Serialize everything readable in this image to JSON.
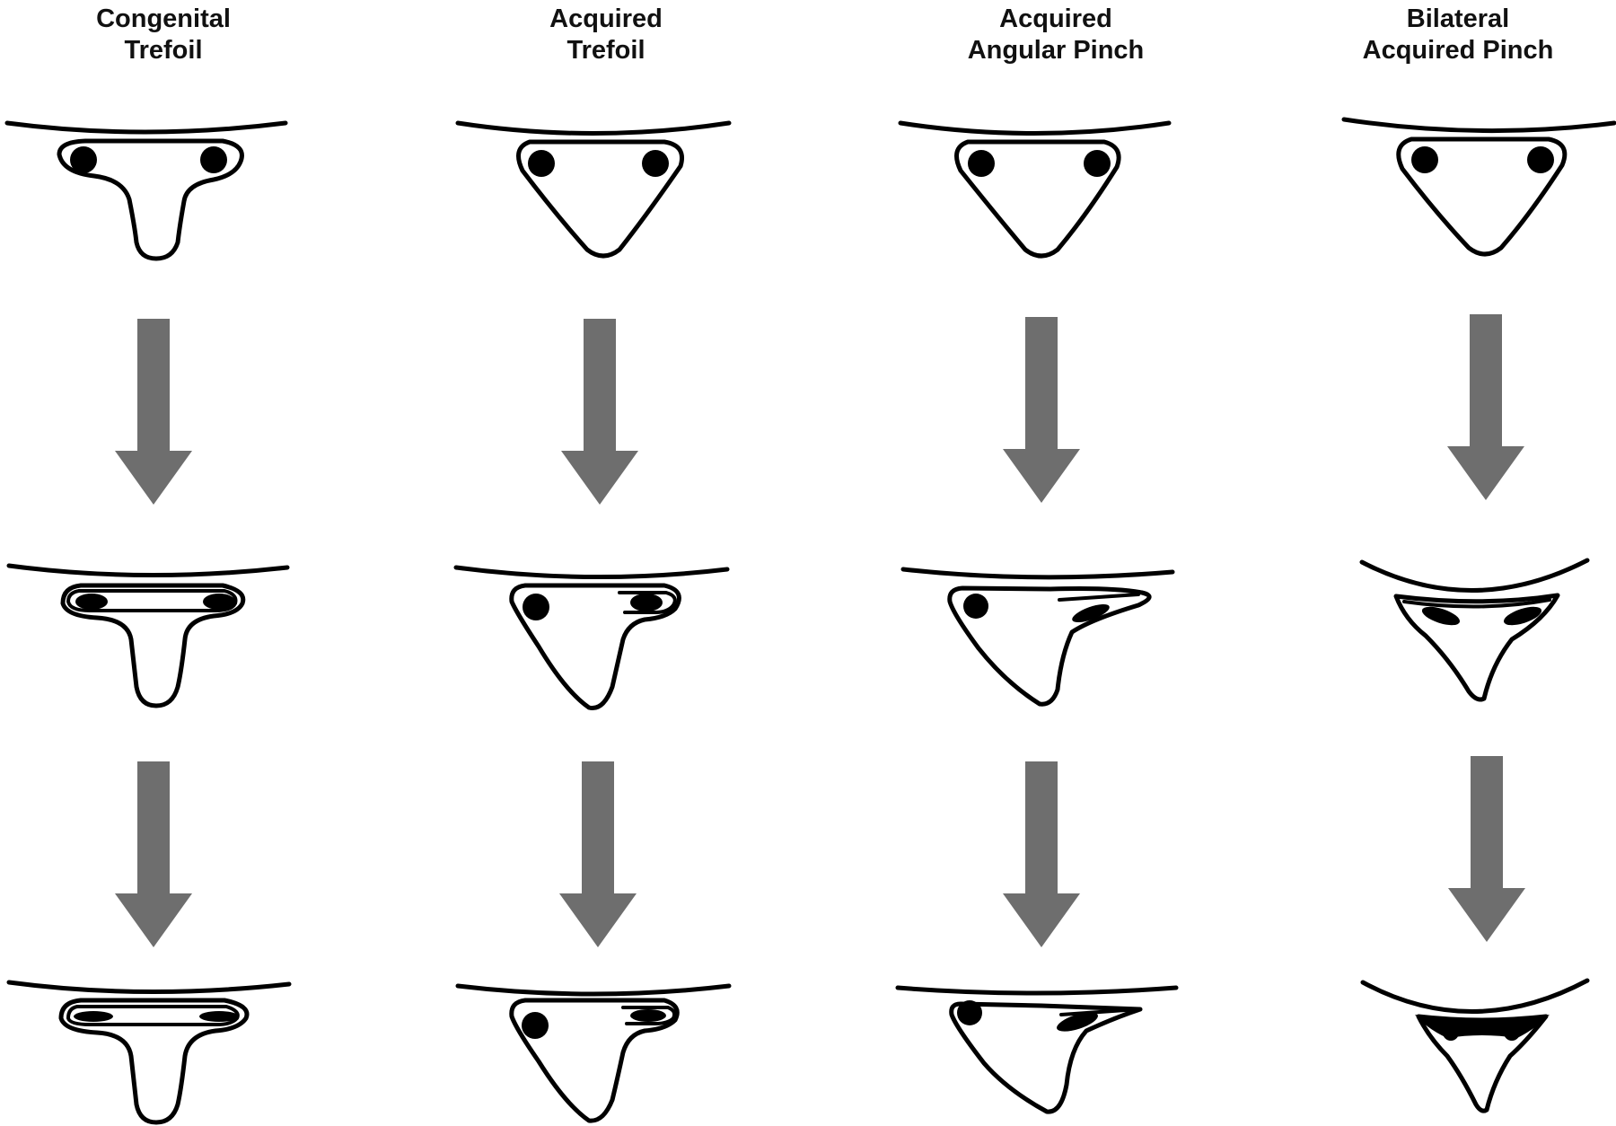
{
  "columns": [
    {
      "id": "congenital-trefoil",
      "title_line1": "Congenital",
      "title_line2": "Trefoil"
    },
    {
      "id": "acquired-trefoil",
      "title_line1": "Acquired",
      "title_line2": "Trefoil"
    },
    {
      "id": "acquired-angular-pinch",
      "title_line1": "Acquired",
      "title_line2": "Angular Pinch"
    },
    {
      "id": "bilateral-acquired-pinch",
      "title_line1": "Bilateral",
      "title_line2": "Acquired Pinch"
    }
  ],
  "colors": {
    "stroke": "#000000",
    "arrow": "#6e6e6e",
    "background": "#ffffff"
  }
}
